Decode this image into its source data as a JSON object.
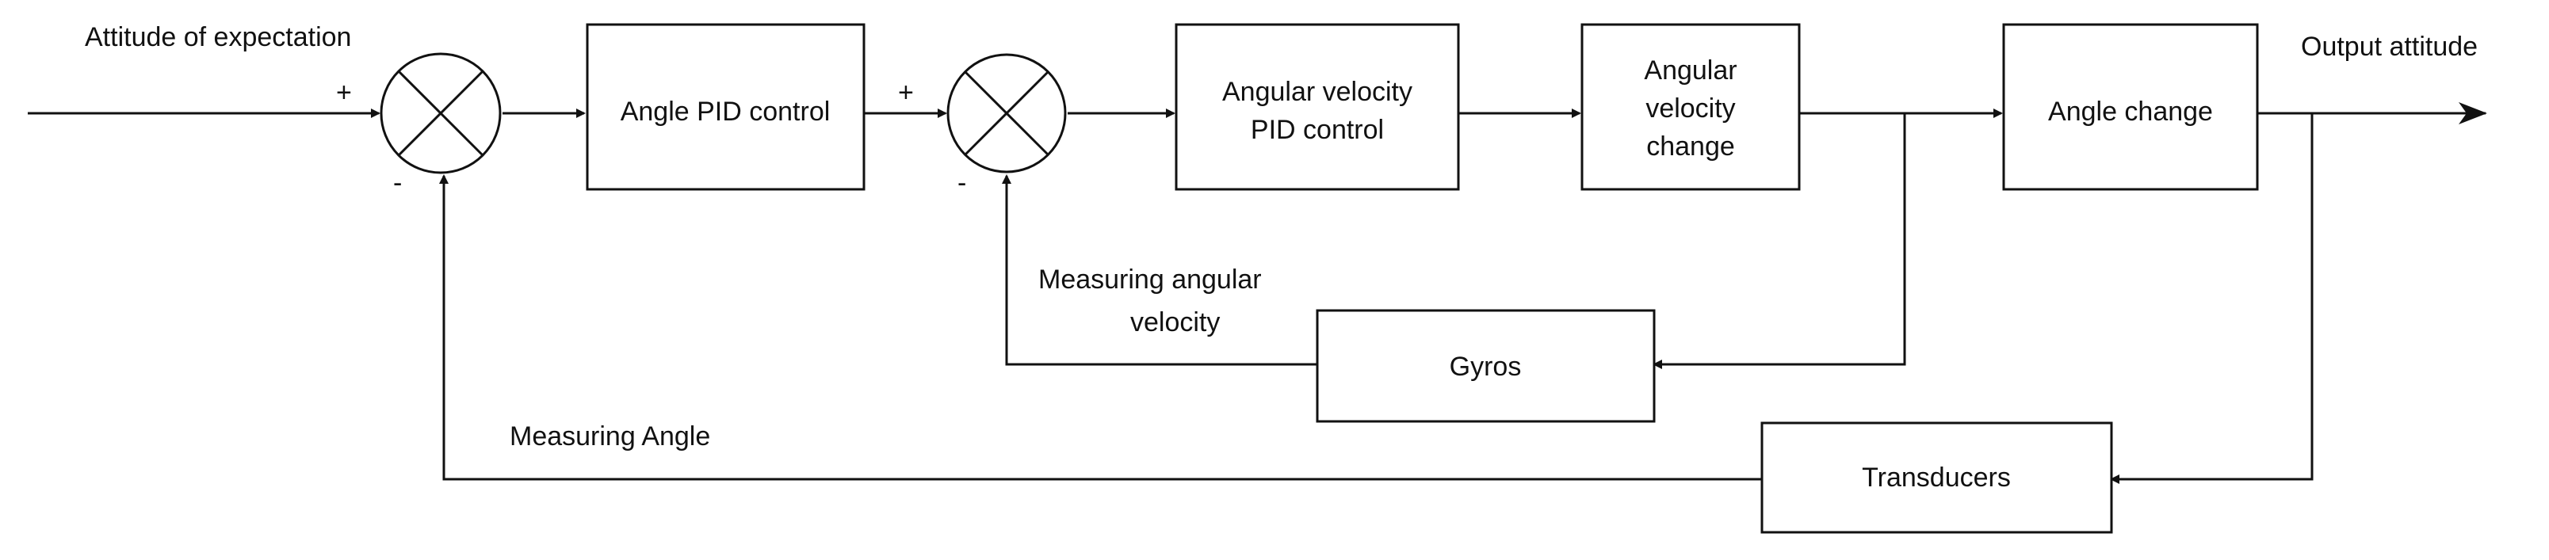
{
  "labels": {
    "input": "Attitude of expectation",
    "output": "Output attitude",
    "measuring_angular_velocity_1": "Measuring angular",
    "measuring_angular_velocity_2": "velocity",
    "measuring_angle": "Measuring Angle"
  },
  "blocks": {
    "angle_pid": "Angle PID control",
    "angular_velocity_pid_1": "Angular velocity",
    "angular_velocity_pid_2": "PID control",
    "angular_velocity_change_1": "Angular",
    "angular_velocity_change_2": "velocity",
    "angular_velocity_change_3": "change",
    "angle_change": "Angle change",
    "gyros": "Gyros",
    "transducers": "Transducers"
  },
  "signs": {
    "plus": "+",
    "minus": "-"
  }
}
